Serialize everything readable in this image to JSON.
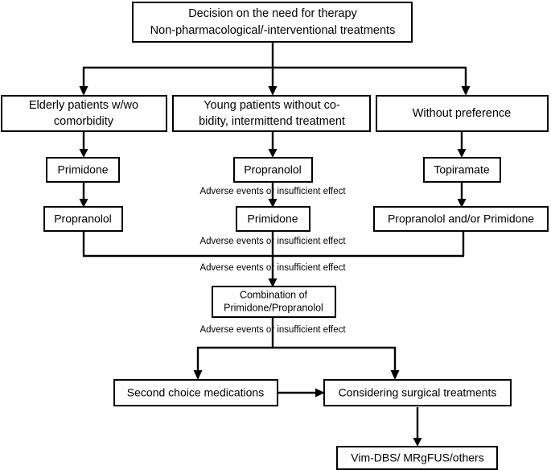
{
  "figure": {
    "type": "flowchart",
    "title": "Therapy decision algorithm for essential tremor",
    "orientation": "top-to-bottom",
    "background_color": "#ffffff",
    "line_color": "#000000",
    "box_fill": "#ffffff"
  },
  "nodes": {
    "start": {
      "id": "start",
      "line1": "Decision on the need for therapy",
      "line2": "Non-pharmacological/-interventional treatments"
    },
    "branch_left": {
      "id": "branch-left",
      "line1": "Elderly patients w/wo",
      "line2": "comorbidity"
    },
    "branch_mid": {
      "id": "branch-mid",
      "line1": "Young patients without co-",
      "line2": "bidity, intermittend treatment"
    },
    "branch_right": {
      "id": "branch-right",
      "line1": "Without preference"
    },
    "left_step1": {
      "id": "left-step-1",
      "line1": "Primidone"
    },
    "left_step2": {
      "id": "left-step-2",
      "line1": "Propranolol"
    },
    "mid_step1": {
      "id": "mid-step-1",
      "line1": "Propranolol"
    },
    "mid_step2": {
      "id": "mid-step-2",
      "line1": "Primidone"
    },
    "right_step1": {
      "id": "right-step-1",
      "line1": "Topiramate"
    },
    "right_step2": {
      "id": "right-step-2",
      "line1": "Propranolol and/or Primidone"
    },
    "combination": {
      "id": "combination",
      "line1": "Combination of",
      "line2": "Primidone/Propranolol"
    },
    "second_choice": {
      "id": "second-choice",
      "line1": "Second choice medications"
    },
    "surgical": {
      "id": "surgical",
      "line1": "Considering surgical treatments"
    },
    "final": {
      "id": "final",
      "line1": "Vim-DBS/ MRgFUS/others"
    }
  },
  "edge_labels": {
    "adverse_1": "Adverse events or insufficient effect",
    "adverse_2": "Adverse events or insufficient effect",
    "adverse_3": "Adverse events or insufficient effect",
    "adverse_4": "Adverse events or insufficient effect"
  }
}
